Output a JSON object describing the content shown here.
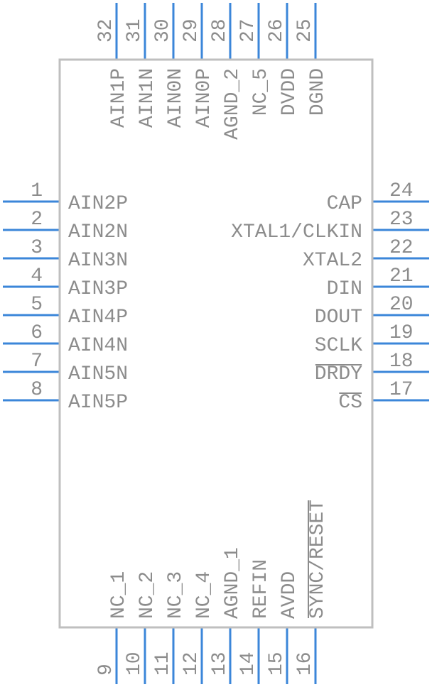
{
  "component": {
    "pins": [
      {
        "num": "1",
        "name": "AIN2P",
        "side": "left"
      },
      {
        "num": "2",
        "name": "AIN2N",
        "side": "left"
      },
      {
        "num": "3",
        "name": "AIN3N",
        "side": "left"
      },
      {
        "num": "4",
        "name": "AIN3P",
        "side": "left"
      },
      {
        "num": "5",
        "name": "AIN4P",
        "side": "left"
      },
      {
        "num": "6",
        "name": "AIN4N",
        "side": "left"
      },
      {
        "num": "7",
        "name": "AIN5N",
        "side": "left"
      },
      {
        "num": "8",
        "name": "AIN5P",
        "side": "left"
      },
      {
        "num": "9",
        "name": "NC_1",
        "side": "bottom"
      },
      {
        "num": "10",
        "name": "NC_2",
        "side": "bottom"
      },
      {
        "num": "11",
        "name": "NC_3",
        "side": "bottom"
      },
      {
        "num": "12",
        "name": "NC_4",
        "side": "bottom"
      },
      {
        "num": "13",
        "name": "AGND_1",
        "side": "bottom"
      },
      {
        "num": "14",
        "name": "REFIN",
        "side": "bottom"
      },
      {
        "num": "15",
        "name": "AVDD",
        "side": "bottom"
      },
      {
        "num": "16",
        "name": "SYNC/RESET",
        "side": "bottom",
        "overline": "full"
      },
      {
        "num": "17",
        "name": "CS",
        "side": "right",
        "overline": "full"
      },
      {
        "num": "18",
        "name": "DRDY",
        "side": "right",
        "overline": "full"
      },
      {
        "num": "19",
        "name": "SCLK",
        "side": "right"
      },
      {
        "num": "20",
        "name": "DOUT",
        "side": "right"
      },
      {
        "num": "21",
        "name": "DIN",
        "side": "right"
      },
      {
        "num": "22",
        "name": "XTAL2",
        "side": "right"
      },
      {
        "num": "23",
        "name": "XTAL1/CLKIN",
        "side": "right"
      },
      {
        "num": "24",
        "name": "CAP",
        "side": "right"
      },
      {
        "num": "25",
        "name": "DGND",
        "side": "top"
      },
      {
        "num": "26",
        "name": "DVDD",
        "side": "top"
      },
      {
        "num": "27",
        "name": "NC_5",
        "side": "top"
      },
      {
        "num": "28",
        "name": "AGND_2",
        "side": "top"
      },
      {
        "num": "29",
        "name": "AIN0P",
        "side": "top"
      },
      {
        "num": "30",
        "name": "AIN0N",
        "side": "top"
      },
      {
        "num": "31",
        "name": "AIN1N",
        "side": "top"
      },
      {
        "num": "32",
        "name": "AIN1P",
        "side": "top"
      }
    ],
    "colors": {
      "pin": "#3b86d9",
      "outline": "#bfbfbf",
      "text": "#8c8c8c"
    }
  }
}
